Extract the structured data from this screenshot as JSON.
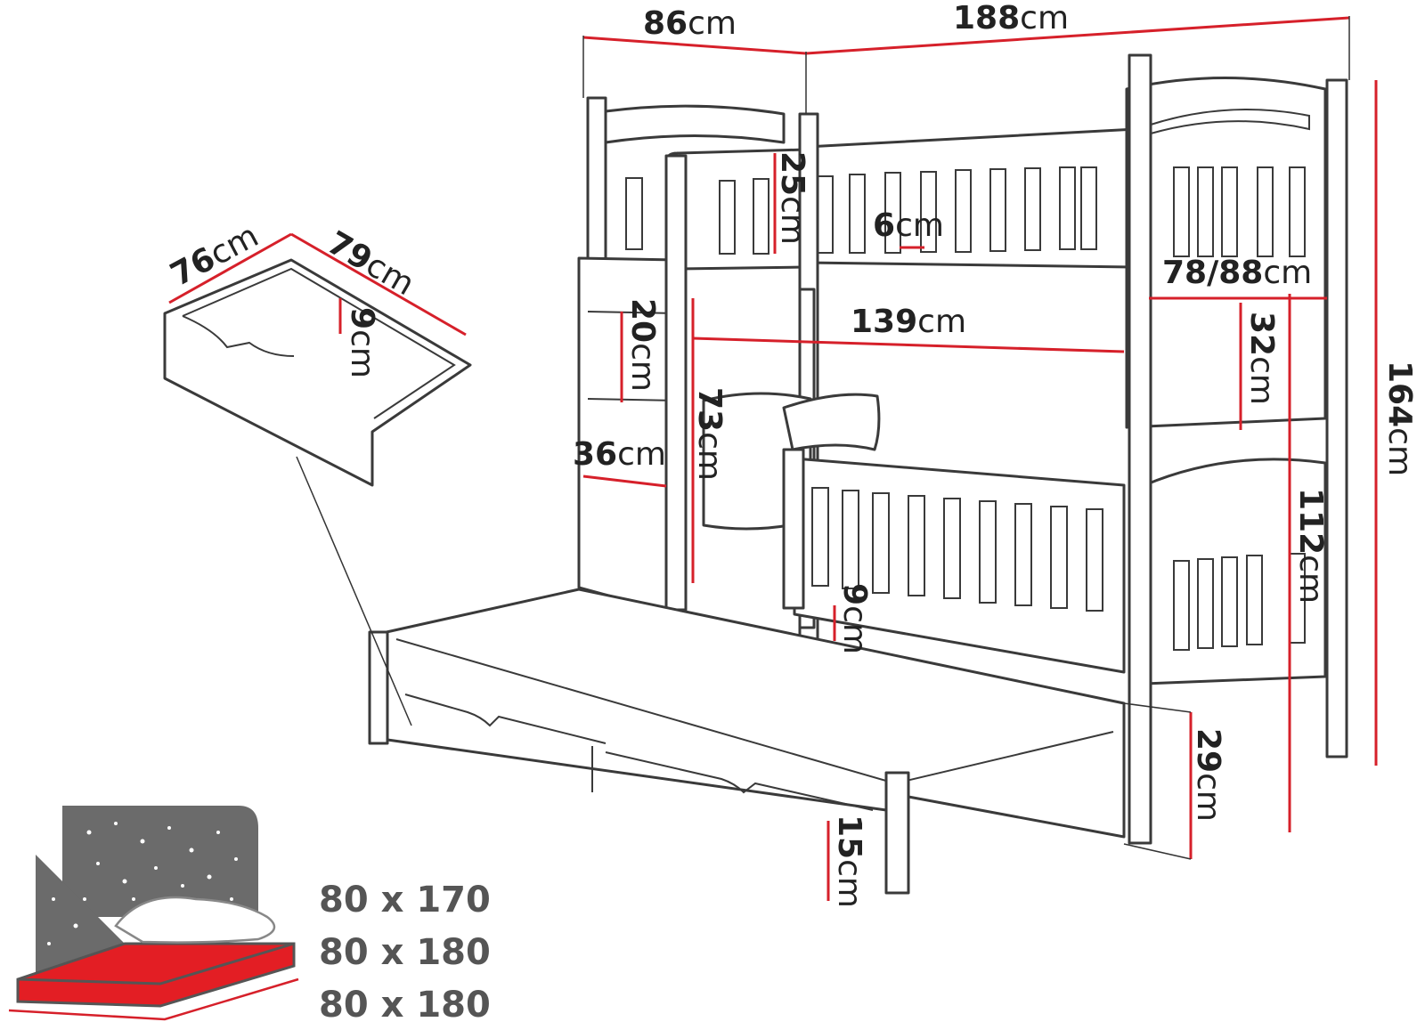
{
  "colors": {
    "dimension_line": "#d6202a",
    "outline": "#3a3a3a",
    "mattress": "#e31e24",
    "night_sky": "#6b6b6b",
    "size_text": "#555555"
  },
  "dimensions": {
    "top_depth": {
      "num": "86",
      "unit": "cm"
    },
    "top_length": {
      "num": "188",
      "unit": "cm"
    },
    "guard_height": {
      "num": "25",
      "unit": "cm"
    },
    "slat_gap": {
      "num": "6",
      "unit": "cm"
    },
    "bed_width": {
      "num": "78/88",
      "unit": "cm"
    },
    "ladder_step": {
      "num": "20",
      "unit": "cm"
    },
    "inner_length": {
      "num": "139",
      "unit": "cm"
    },
    "between_beds": {
      "num": "73",
      "unit": "cm"
    },
    "low_guard": {
      "num": "32",
      "unit": "cm"
    },
    "total_height": {
      "num": "164",
      "unit": "cm"
    },
    "ladder_width": {
      "num": "36",
      "unit": "cm"
    },
    "lower_height": {
      "num": "112",
      "unit": "cm"
    },
    "lower_guard": {
      "num": "9",
      "unit": "cm"
    },
    "trundle_height": {
      "num": "29",
      "unit": "cm"
    },
    "trundle_side": {
      "num": "15",
      "unit": "cm"
    },
    "drawer_depth": {
      "num": "76",
      "unit": "cm"
    },
    "drawer_length": {
      "num": "79",
      "unit": "cm"
    },
    "drawer_height": {
      "num": "9",
      "unit": "cm"
    }
  },
  "mattress_sizes": [
    "80 x 170",
    "80 x 180",
    "80 x 180"
  ]
}
